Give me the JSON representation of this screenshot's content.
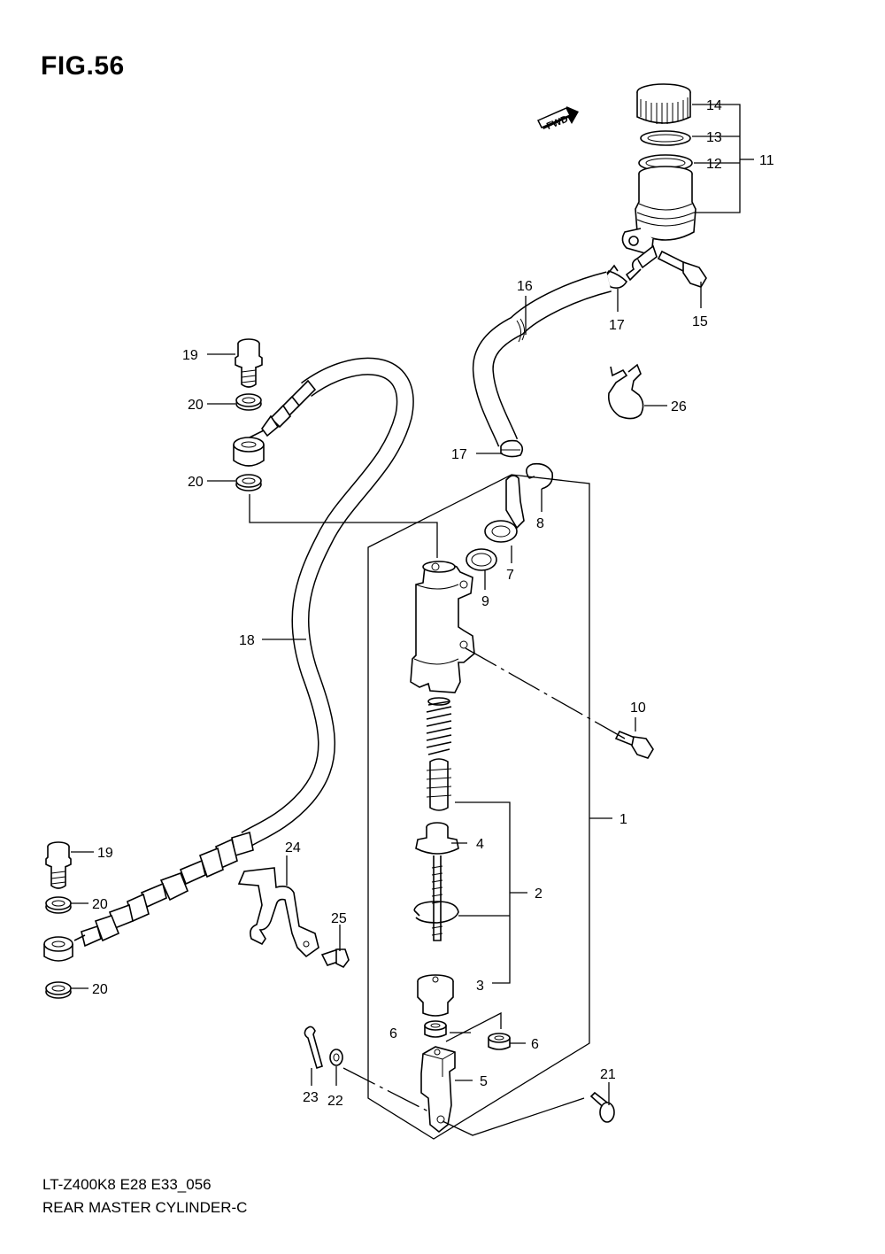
{
  "figure": {
    "title": "FIG.56",
    "model_code": "LT-Z400K8 E28 E33_056",
    "part_name": "REAR MASTER CYLINDER-C",
    "fwd_label": "FWD"
  },
  "callouts": [
    {
      "id": "c1",
      "label": "1"
    },
    {
      "id": "c2",
      "label": "2"
    },
    {
      "id": "c3",
      "label": "3"
    },
    {
      "id": "c4",
      "label": "4"
    },
    {
      "id": "c5",
      "label": "5"
    },
    {
      "id": "c6a",
      "label": "6"
    },
    {
      "id": "c6b",
      "label": "6"
    },
    {
      "id": "c7",
      "label": "7"
    },
    {
      "id": "c8",
      "label": "8"
    },
    {
      "id": "c9",
      "label": "9"
    },
    {
      "id": "c10",
      "label": "10"
    },
    {
      "id": "c11",
      "label": "11"
    },
    {
      "id": "c12",
      "label": "12"
    },
    {
      "id": "c13",
      "label": "13"
    },
    {
      "id": "c14",
      "label": "14"
    },
    {
      "id": "c15",
      "label": "15"
    },
    {
      "id": "c16",
      "label": "16"
    },
    {
      "id": "c17a",
      "label": "17"
    },
    {
      "id": "c17b",
      "label": "17"
    },
    {
      "id": "c18",
      "label": "18"
    },
    {
      "id": "c19a",
      "label": "19"
    },
    {
      "id": "c19b",
      "label": "19"
    },
    {
      "id": "c20a",
      "label": "20"
    },
    {
      "id": "c20b",
      "label": "20"
    },
    {
      "id": "c20c",
      "label": "20"
    },
    {
      "id": "c20d",
      "label": "20"
    },
    {
      "id": "c21",
      "label": "21"
    },
    {
      "id": "c22",
      "label": "22"
    },
    {
      "id": "c23",
      "label": "23"
    },
    {
      "id": "c24",
      "label": "24"
    },
    {
      "id": "c25",
      "label": "25"
    },
    {
      "id": "c26",
      "label": "26"
    }
  ]
}
